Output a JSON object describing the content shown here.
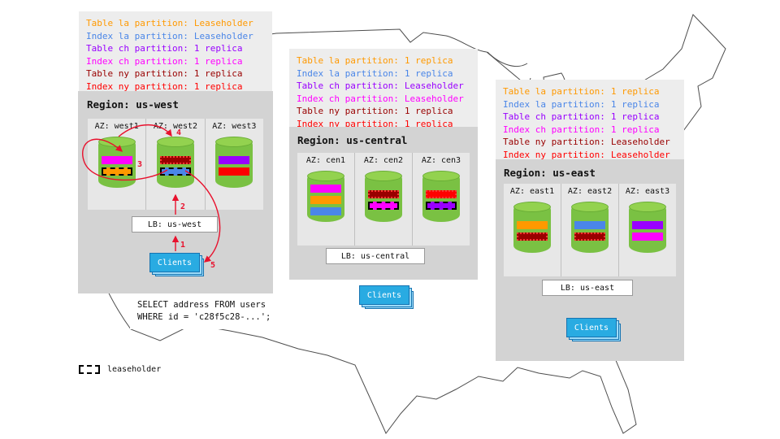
{
  "colors": {
    "table_la": "#ff9900",
    "index_la": "#4a86e8",
    "table_ch": "#9900ff",
    "index_ch": "#ff00ff",
    "table_ny": "#990000",
    "index_ny": "#ff0000",
    "node_green": "#7ac143",
    "clients_blue": "#29abe2",
    "arrow_red": "#e8112d",
    "panel_gray": "#d3d3d3"
  },
  "query": {
    "line1": "SELECT address FROM users",
    "line2": "WHERE id = 'c28f5c28-...';"
  },
  "flow_steps": [
    "1",
    "2",
    "3",
    "4",
    "5"
  ],
  "leaseholder_legend": "leaseholder",
  "regions": [
    {
      "name": "us-west",
      "title": "Region: us-west",
      "lb": "LB: us-west",
      "clients": "Clients",
      "legend": [
        {
          "label": "Table la partition:",
          "value": "Leaseholder",
          "color": "#ff9900"
        },
        {
          "label": "Index la partition:",
          "value": "Leaseholder",
          "color": "#4a86e8"
        },
        {
          "label": "Table ch partition:",
          "value": "1 replica",
          "color": "#9900ff"
        },
        {
          "label": "Index ch partition:",
          "value": "1 replica",
          "color": "#ff00ff"
        },
        {
          "label": "Table ny partition:",
          "value": "1 replica",
          "color": "#990000"
        },
        {
          "label": "Index ny partition:",
          "value": "1 replica",
          "color": "#ff0000"
        }
      ],
      "azs": [
        {
          "label": "AZ: west1",
          "bars": [
            {
              "color": "#ff00ff",
              "style": "solid"
            },
            {
              "color": "#ff9900",
              "style": "dashed"
            }
          ]
        },
        {
          "label": "AZ: west2",
          "bars": [
            {
              "color": "#990000",
              "style": "dotted"
            },
            {
              "color": "#4a86e8",
              "style": "dashed"
            }
          ]
        },
        {
          "label": "AZ: west3",
          "bars": [
            {
              "color": "#9900ff",
              "style": "solid"
            },
            {
              "color": "#ff0000",
              "style": "solid"
            }
          ]
        }
      ]
    },
    {
      "name": "us-central",
      "title": "Region: us-central",
      "lb": "LB: us-central",
      "clients": "Clients",
      "legend": [
        {
          "label": "Table la partition:",
          "value": "1 replica",
          "color": "#ff9900"
        },
        {
          "label": "Index la partition:",
          "value": "1 replica",
          "color": "#4a86e8"
        },
        {
          "label": "Table ch partition:",
          "value": "Leaseholder",
          "color": "#9900ff"
        },
        {
          "label": "Index ch partition:",
          "value": "Leaseholder",
          "color": "#ff00ff"
        },
        {
          "label": "Table ny partition:",
          "value": "1 replica",
          "color": "#990000"
        },
        {
          "label": "Index ny partition:",
          "value": "1 replica",
          "color": "#ff0000"
        }
      ],
      "azs": [
        {
          "label": "AZ: cen1",
          "bars": [
            {
              "color": "#ff00ff",
              "style": "solid"
            },
            {
              "color": "#ff9900",
              "style": "solid"
            },
            {
              "color": "#4a86e8",
              "style": "solid"
            }
          ]
        },
        {
          "label": "AZ: cen2",
          "bars": [
            {
              "color": "#990000",
              "style": "dotted"
            },
            {
              "color": "#ff00ff",
              "style": "dashed"
            }
          ]
        },
        {
          "label": "AZ: cen3",
          "bars": [
            {
              "color": "#ff0000",
              "style": "dotted"
            },
            {
              "color": "#9900ff",
              "style": "dashed"
            }
          ]
        }
      ]
    },
    {
      "name": "us-east",
      "title": "Region: us-east",
      "lb": "LB: us-east",
      "clients": "Clients",
      "legend": [
        {
          "label": "Table la partition:",
          "value": "1 replica",
          "color": "#ff9900"
        },
        {
          "label": "Index la partition:",
          "value": "1 replica",
          "color": "#4a86e8"
        },
        {
          "label": "Table ch partition:",
          "value": "1 replica",
          "color": "#9900ff"
        },
        {
          "label": "Index ch partition:",
          "value": "1 replica",
          "color": "#ff00ff"
        },
        {
          "label": "Table ny partition:",
          "value": "Leaseholder",
          "color": "#990000"
        },
        {
          "label": "Index ny partition:",
          "value": "Leaseholder",
          "color": "#ff0000"
        }
      ],
      "azs": [
        {
          "label": "AZ: east1",
          "bars": [
            {
              "color": "#ff9900",
              "style": "solid"
            },
            {
              "color": "#990000",
              "style": "dotted"
            }
          ]
        },
        {
          "label": "AZ: east2",
          "bars": [
            {
              "color": "#4a86e8",
              "style": "solid"
            },
            {
              "color": "#990000",
              "style": "dotted"
            }
          ]
        },
        {
          "label": "AZ: east3",
          "bars": [
            {
              "color": "#9900ff",
              "style": "solid"
            },
            {
              "color": "#ff00ff",
              "style": "solid"
            }
          ]
        }
      ]
    }
  ]
}
